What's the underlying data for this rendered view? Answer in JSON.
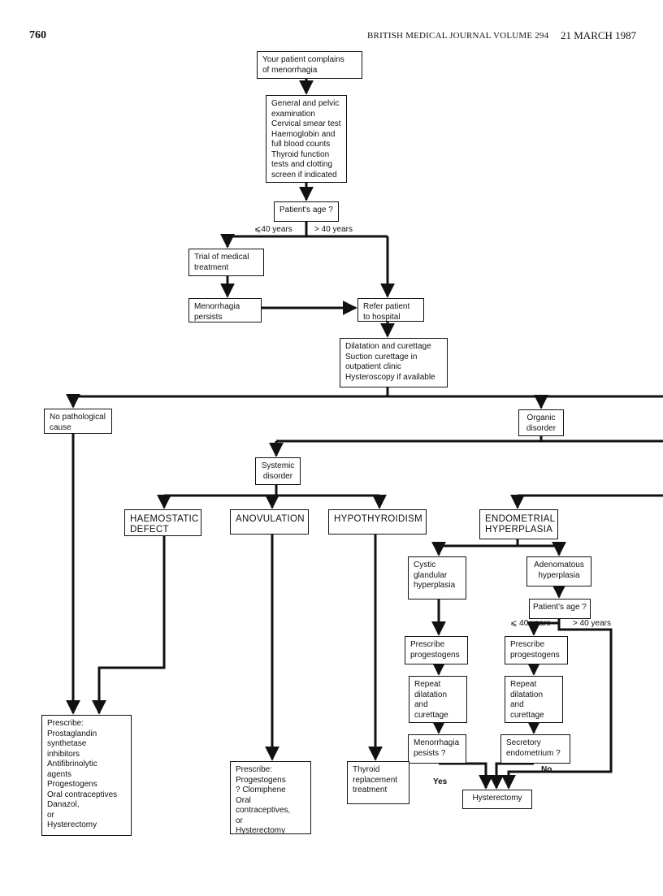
{
  "header": {
    "page_number": "760",
    "journal": "BRITISH MEDICAL JOURNAL  VOLUME 294",
    "date": "21 MARCH 1987"
  },
  "boxes": {
    "complains": "Your patient complains\nof menorrhagia",
    "examination": "General and pelvic\nexamination\nCervical smear test\nHaemoglobin and\nfull blood counts\nThyroid function\ntests and clotting\nscreen if indicated",
    "age1": "Patient's age  ?",
    "trial": "Trial of medical\ntreatment",
    "persists": "Menorrhagia\npersists",
    "refer": "Refer patient\nto hospital",
    "dilatation": "Dilatation and curettage\nSuction curettage in\noutpatient clinic\nHysteroscopy if available",
    "no_path": "No pathological\ncause",
    "organic": "Organic\ndisorder",
    "systemic": "Systemic\ndisorder",
    "haemostatic": "HAEMOSTATIC\nDEFECT",
    "anovulation": "ANOVULATION",
    "hypothyroidism": "HYPOTHYROIDISM",
    "endometrial": "ENDOMETRIAL\nHYPERPLASIA",
    "cystic": "Cystic\nglandular\nhyperplasia",
    "adenomatous": "Adenomatous\nhyperplasia",
    "age2": "Patient's age ?",
    "prescribe_prog1": "Prescribe\nprogestogens",
    "prescribe_prog2": "Prescribe\nprogestogens",
    "repeat1": "Repeat\ndilatation\nand\ncurettage",
    "repeat2": "Repeat\ndilatation\nand\ncurettage",
    "menorrhagia_pesists": "Menorrhagia\npesists ?",
    "secretory": "Secretory\nendometrium ?",
    "hysterectomy": "Hysterectomy",
    "prescribe_main": "Prescribe:\nProstaglandin\nsynthetase\ninhibitors\nAntifibrinolytic\nagents\nProgestogens\nOral contraceptives\nDanazol,\nor\nHysterectomy",
    "prescribe_anov": "Prescribe:\nProgestogens\n? Clomiphene\nOral contraceptives,\nor\nHysterectomy",
    "thyroid": "Thyroid\nreplacement\ntreatment"
  },
  "labels": {
    "age_le40": "⩽40 years",
    "age_gt40": "> 40 years",
    "age_le40_b": "⩽ 40 years",
    "age_gt40_b": "> 40 years",
    "yes": "Yes",
    "no": "No"
  }
}
